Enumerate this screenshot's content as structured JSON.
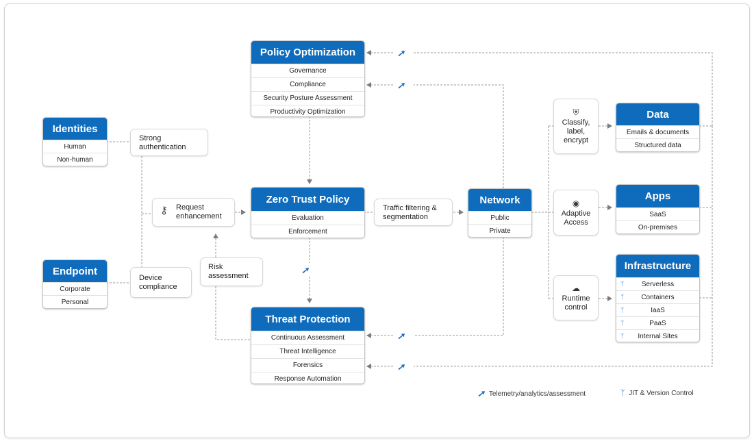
{
  "identities": {
    "title": "Identities",
    "items": [
      "Human",
      "Non-human"
    ]
  },
  "endpoint": {
    "title": "Endpoint",
    "items": [
      "Corporate",
      "Personal"
    ]
  },
  "policy_optimization": {
    "title": "Policy Optimization",
    "items": [
      "Governance",
      "Compliance",
      "Security Posture Assessment",
      "Productivity Optimization"
    ]
  },
  "zero_trust_policy": {
    "title": "Zero Trust Policy",
    "items": [
      "Evaluation",
      "Enforcement"
    ]
  },
  "threat_protection": {
    "title": "Threat Protection",
    "items": [
      "Continuous Assessment",
      "Threat Intelligence",
      "Forensics",
      "Response Automation"
    ]
  },
  "network": {
    "title": "Network",
    "items": [
      "Public",
      "Private"
    ]
  },
  "data": {
    "title": "Data",
    "items": [
      "Emails & documents",
      "Structured data"
    ]
  },
  "apps": {
    "title": "Apps",
    "items": [
      "SaaS",
      "On-premises"
    ]
  },
  "infrastructure": {
    "title": "Infrastructure",
    "items": [
      "Serverless",
      "Containers",
      "IaaS",
      "PaaS",
      "Internal Sites"
    ]
  },
  "bubbles": {
    "strong_auth": "Strong authentication",
    "device_compliance": "Device compliance",
    "request_enhancement": "Request enhancement",
    "risk_assessment": "Risk assessment",
    "traffic_filtering": "Traffic filtering & segmentation",
    "classify": "Classify, label, encrypt",
    "adaptive_access": "Adaptive Access",
    "runtime_control": "Runtime control"
  },
  "legend": {
    "telemetry": "Telemetry/analytics/assessment",
    "jit": "JIT & Version Control"
  },
  "icons": {
    "telemetry": "telemetry-gauge-icon",
    "jit": "branch-icon",
    "key": "key-icon",
    "shield": "shield-icon",
    "fingerprint": "fingerprint-icon",
    "cloud": "cloud-control-icon"
  },
  "colors": {
    "accent": "#0f6cbd",
    "telemetry": "#1767c6",
    "connector": "#9a9a9a"
  }
}
